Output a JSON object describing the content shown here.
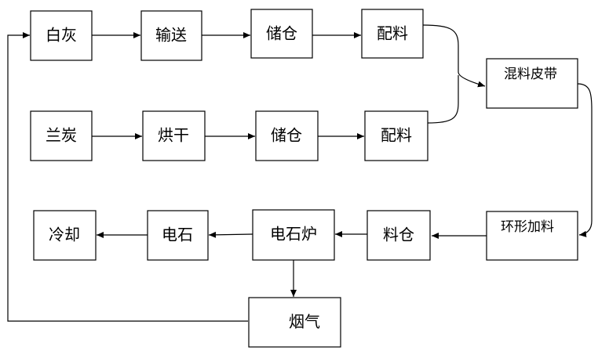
{
  "nodes": {
    "baihui": "白灰",
    "shusong": "输送",
    "chucang_top": "储仓",
    "peiliao_top": "配料",
    "lantan": "兰炭",
    "honggan": "烘干",
    "chucang_bottom": "储仓",
    "peiliao_bottom": "配料",
    "hunliao_pidai": "混料皮带",
    "huanxing_jialiao": "环形加料",
    "liaocang": "料仓",
    "dianshilu": "电石炉",
    "dianshi": "电石",
    "lengque": "冷却",
    "yanqi": "烟气"
  },
  "colors": {
    "stroke": "#000000",
    "fill": "#ffffff"
  }
}
